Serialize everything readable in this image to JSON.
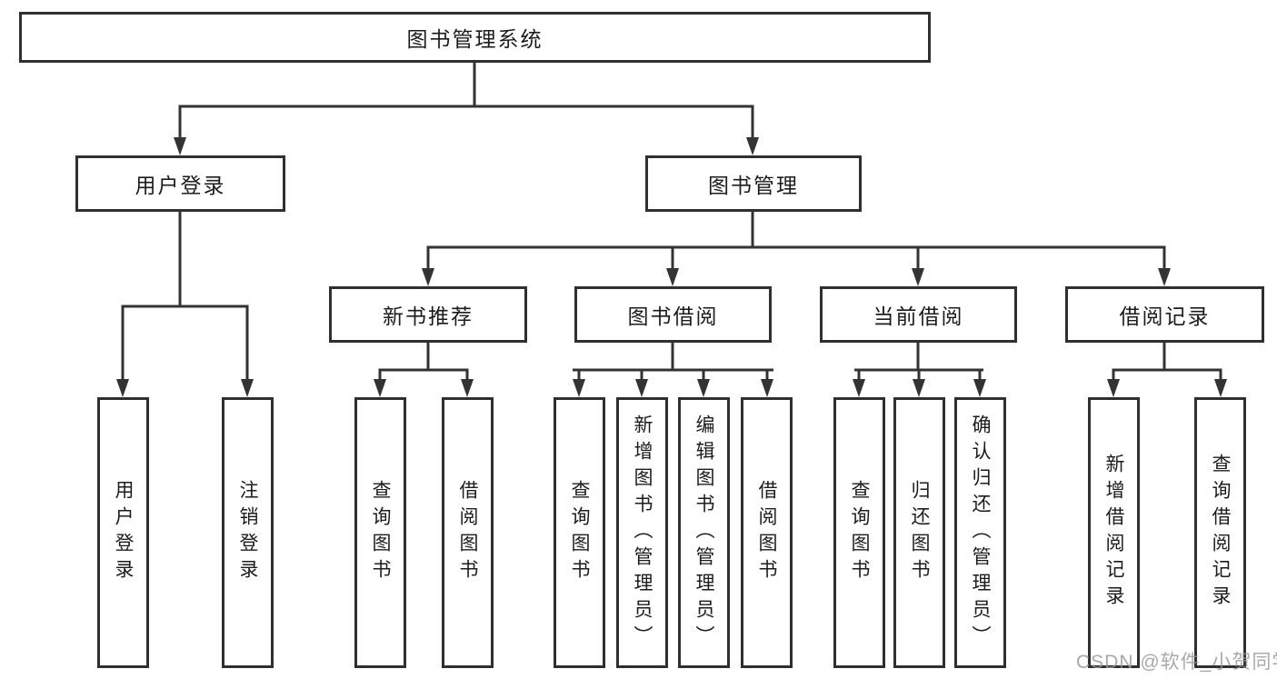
{
  "diagram": {
    "type": "tree",
    "root": {
      "label": "图书管理系统",
      "children": [
        {
          "label": "用户登录",
          "children": [
            {
              "label": "用户登录"
            },
            {
              "label": "注销登录"
            }
          ]
        },
        {
          "label": "图书管理",
          "children": [
            {
              "label": "新书推荐",
              "children": [
                {
                  "label": "查询图书"
                },
                {
                  "label": "借阅图书"
                }
              ]
            },
            {
              "label": "图书借阅",
              "children": [
                {
                  "label": "查询图书"
                },
                {
                  "label": "新增图书（管理员）"
                },
                {
                  "label": "编辑图书（管理员）"
                },
                {
                  "label": "借阅图书"
                }
              ]
            },
            {
              "label": "当前借阅",
              "children": [
                {
                  "label": "查询图书"
                },
                {
                  "label": "归还图书"
                },
                {
                  "label": "确认归还（管理员）"
                }
              ]
            },
            {
              "label": "借阅记录",
              "children": [
                {
                  "label": "新增借阅记录"
                },
                {
                  "label": "查询借阅记录"
                }
              ]
            }
          ]
        }
      ]
    },
    "edges": [
      "图书管理系统→用户登录",
      "图书管理系统→图书管理",
      "用户登录→用户登录",
      "用户登录→注销登录",
      "图书管理→新书推荐",
      "图书管理→图书借阅",
      "图书管理→当前借阅",
      "图书管理→借阅记录",
      "新书推荐→查询图书",
      "新书推荐→借阅图书",
      "图书借阅→查询图书",
      "图书借阅→新增图书（管理员）",
      "图书借阅→编辑图书（管理员）",
      "图书借阅→借阅图书",
      "当前借阅→查询图书",
      "当前借阅→归还图书",
      "当前借阅→确认归还（管理员）",
      "借阅记录→新增借阅记录",
      "借阅记录→查询借阅记录"
    ],
    "colors": {
      "line": "#333333",
      "border": "#2f2f2f",
      "text": "#1c1c1c",
      "watermark": "#969696",
      "background": "#ffffff"
    },
    "watermark": "CSDN @软件_小贺同学"
  }
}
